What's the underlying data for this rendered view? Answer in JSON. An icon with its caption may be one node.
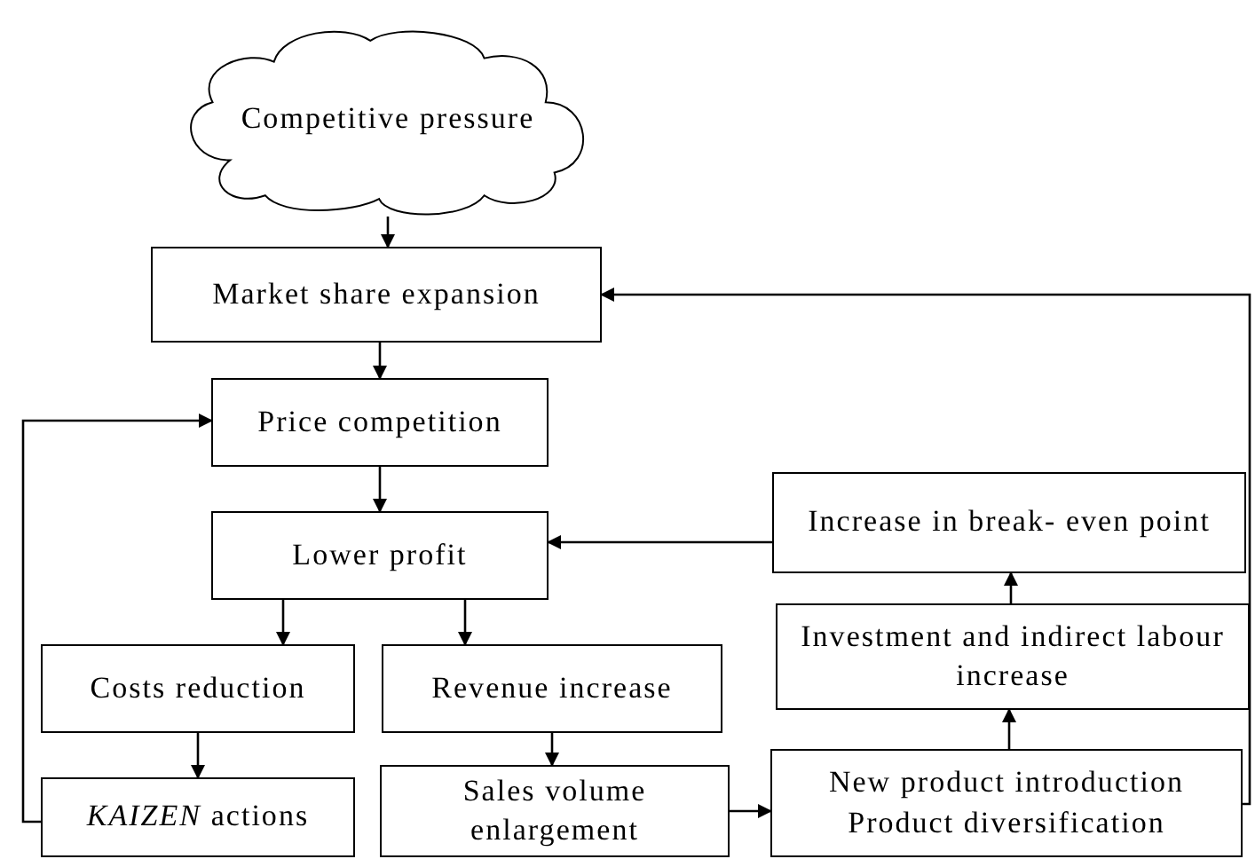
{
  "diagram": {
    "nodes": [
      {
        "text": [
          "Competitive pressure"
        ]
      },
      {
        "text": [
          "Market share expansion"
        ]
      },
      {
        "text": [
          "Price competition"
        ]
      },
      {
        "text": [
          "Lower profit"
        ]
      },
      {
        "text": [
          "Increase in break- even point"
        ]
      },
      {
        "text": [
          "Investment and indirect labour increase"
        ]
      },
      {
        "text": [
          "Costs reduction"
        ]
      },
      {
        "text": [
          "Revenue increase"
        ]
      },
      {
        "text": [
          "*KAIZEN* actions"
        ]
      },
      {
        "text": [
          "Sales volume enlargement"
        ]
      },
      {
        "text": [
          "New product introduction Product diversification"
        ]
      }
    ],
    "edges": [
      {
        "from": 0,
        "to": 1,
        "arrow": "to"
      },
      {
        "from": 1,
        "to": 2,
        "arrow": "to"
      },
      {
        "from": 2,
        "to": 3,
        "arrow": "to"
      },
      {
        "from": 3,
        "to": 6,
        "arrow": "to"
      },
      {
        "from": 3,
        "to": 7,
        "arrow": "to"
      },
      {
        "from": 6,
        "to": 8,
        "arrow": "to"
      },
      {
        "from": 7,
        "to": 9,
        "arrow": "to"
      },
      {
        "from": 8,
        "to": 2,
        "arrow": "to"
      },
      {
        "from": 9,
        "to": 10,
        "arrow": "to"
      },
      {
        "from": 10,
        "to": 5,
        "arrow": "to"
      },
      {
        "from": 5,
        "to": 4,
        "arrow": "to"
      },
      {
        "from": 4,
        "to": 3,
        "arrow": "to"
      },
      {
        "from": 10,
        "to": 1,
        "arrow": "to"
      }
    ]
  }
}
